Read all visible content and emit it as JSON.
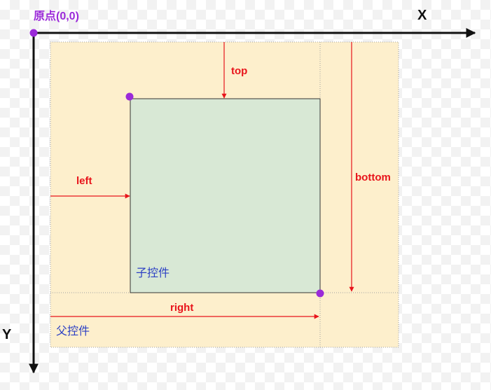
{
  "axes": {
    "origin_label": "原点(0,0)",
    "x_label": "X",
    "y_label": "Y"
  },
  "parent": {
    "label": "父控件"
  },
  "child": {
    "label": "子控件"
  },
  "measures": {
    "top": "top",
    "left": "left",
    "right": "right",
    "bottom": "bottom"
  },
  "colors": {
    "parent_fill": "#fdefcc",
    "child_fill": "#d8e8d5",
    "arrow_red": "#e8141b",
    "axis_black": "#111111",
    "point_purple": "#9b2ad9",
    "origin_text": "#9b2ad9",
    "child_text": "#2b3fc4",
    "parent_text": "#2b3fc4"
  }
}
